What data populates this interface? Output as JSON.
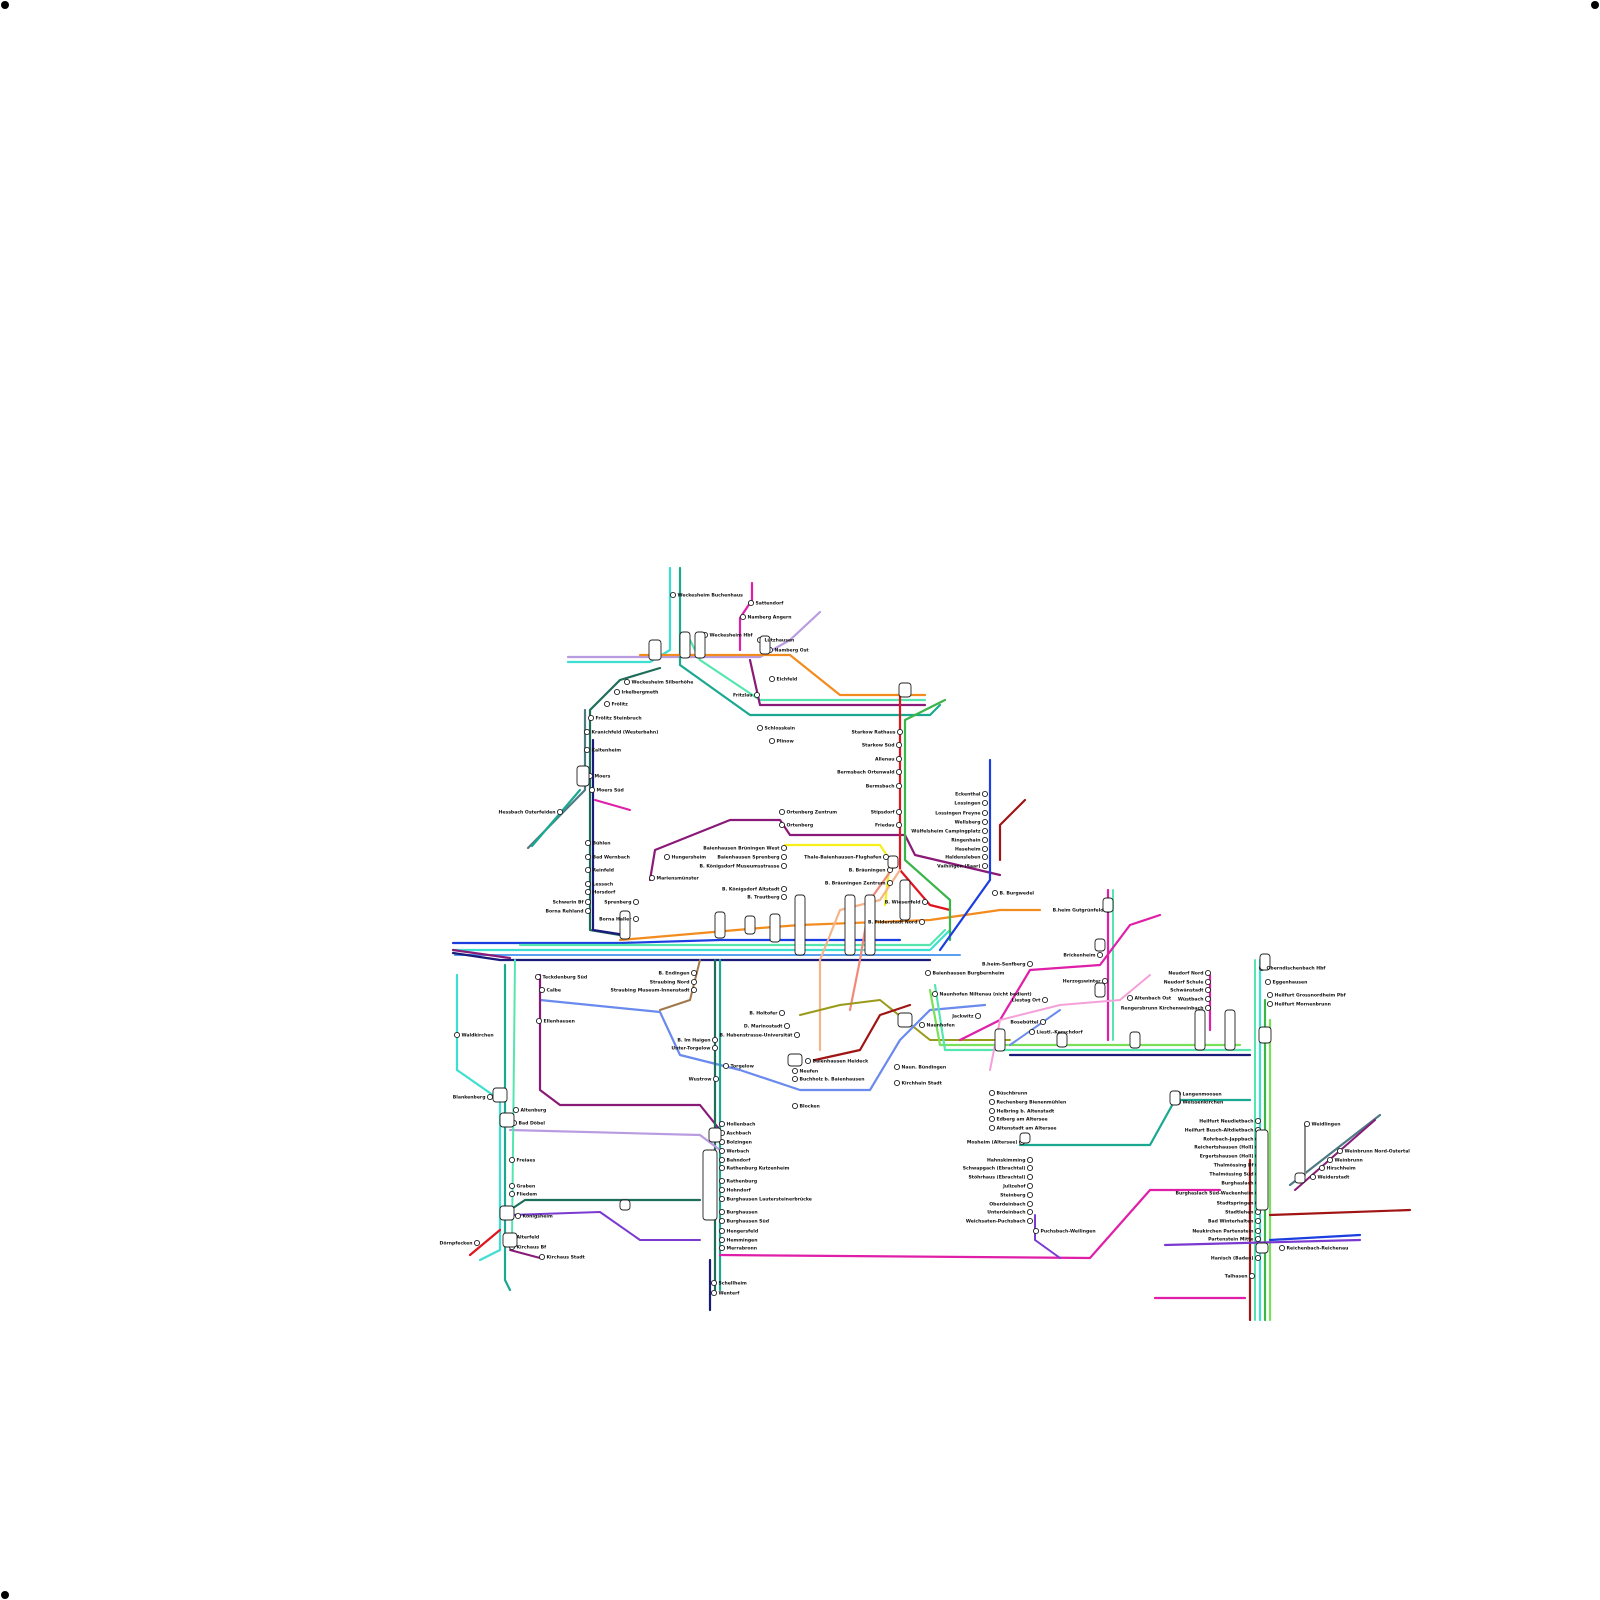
{
  "colors": {
    "teal": "#1aa890",
    "turquoise": "#3ddfd0",
    "mint": "#55e6b0",
    "orange": "#f28c1e",
    "lilac": "#b99be0",
    "magenta": "#e01fa8",
    "purple": "#8a1a78",
    "darkgreen": "#1e6e5a",
    "slate": "#4e7a86",
    "red": "#e0141e",
    "green": "#3ab54a",
    "blue": "#1a3ee0",
    "skyblue": "#5aa0f0",
    "navy": "#1a1a7a",
    "yellow": "#f5f01a",
    "peach": "#f5b48a",
    "salmon": "#f08a7a",
    "pink": "#f5a0d8",
    "olive": "#9a9a1a",
    "brown": "#a0784a",
    "darkred": "#a01414",
    "indigo": "#7a3ad0",
    "lime": "#7ae05a",
    "grey": "#8a8a8a",
    "cornflower": "#6a8aee"
  },
  "stations": [
    {
      "name": "Weckesheim Buchenhaus"
    },
    {
      "name": "Sattendorf"
    },
    {
      "name": "Namberg Angern"
    },
    {
      "name": "Weckesheim Silberhöhe"
    },
    {
      "name": "Lützhausen"
    },
    {
      "name": "Weckesheim Hbf"
    },
    {
      "name": "Namberg Ost"
    },
    {
      "name": "Eichfeld"
    },
    {
      "name": "Schlosskain"
    },
    {
      "name": "Plinow"
    },
    {
      "name": "Fritzlau"
    },
    {
      "name": "Irkelbergmeth"
    },
    {
      "name": "Frölitz"
    },
    {
      "name": "Frölitz Steinbruch"
    },
    {
      "name": "Kranichfeld (Westerbahn)"
    },
    {
      "name": "Kaltenheim"
    },
    {
      "name": "Moers"
    },
    {
      "name": "Moers Süd"
    },
    {
      "name": "Hessbach Osterfeiden"
    },
    {
      "name": "Starkow Rathaus"
    },
    {
      "name": "Starkow Süd"
    },
    {
      "name": "Allenau"
    },
    {
      "name": "Bermsbach Ortenwald"
    },
    {
      "name": "Bermsbach"
    },
    {
      "name": "Stipsdorf"
    },
    {
      "name": "Friedau"
    },
    {
      "name": "Ortenberg Zentrum"
    },
    {
      "name": "Ortenberg"
    },
    {
      "name": "Baienhausen Brüningen West"
    },
    {
      "name": "Baienhausen Sprenberg"
    },
    {
      "name": "B. Königsdorf Museumsstrasse"
    },
    {
      "name": "B. Königsdorf Altstadt"
    },
    {
      "name": "B. Trautberg"
    },
    {
      "name": "Thale-Baienhausen-Flughafen"
    },
    {
      "name": "B. Bräuningen"
    },
    {
      "name": "B. Bräuningen Zentrum"
    },
    {
      "name": "B. Wiesenfeld"
    },
    {
      "name": "B. Filderstadt Nord"
    },
    {
      "name": "B. Burgwedel"
    },
    {
      "name": "Eckenthal"
    },
    {
      "name": "Lossingen"
    },
    {
      "name": "Lossingen Freyne"
    },
    {
      "name": "Wellsberg"
    },
    {
      "name": "Wülfelsheim Campingplatz"
    },
    {
      "name": "Ringenhain"
    },
    {
      "name": "Haseheim"
    },
    {
      "name": "Haldensleben"
    },
    {
      "name": "Vaihingen (Saar)"
    },
    {
      "name": "Bühlen"
    },
    {
      "name": "Bad Wernbach"
    },
    {
      "name": "Reinfeld"
    },
    {
      "name": "Lessach"
    },
    {
      "name": "Horsdorf"
    },
    {
      "name": "Schwerin Bf"
    },
    {
      "name": "Borna Rehland"
    },
    {
      "name": "Sprenberg"
    },
    {
      "name": "Borna Haller"
    },
    {
      "name": "Hungersheim"
    },
    {
      "name": "Mariensmünster"
    },
    {
      "name": "B.heim Gutgrünfeld"
    },
    {
      "name": "B.heim-Senfberg"
    },
    {
      "name": "Brickenheim"
    },
    {
      "name": "Herzogswinter"
    },
    {
      "name": "Altenbach Ost"
    },
    {
      "name": "Neudorf Nord"
    },
    {
      "name": "Neudorf Schule"
    },
    {
      "name": "Schwänstadt"
    },
    {
      "name": "Wüstbach"
    },
    {
      "name": "Rengersbrunn Kirchenweinbach"
    },
    {
      "name": "Oberndischenbach Hbf"
    },
    {
      "name": "Eggenhausen"
    },
    {
      "name": "Heilfurt Grossnordheim Pbf"
    },
    {
      "name": "Heilfurt Mornenbrunn"
    },
    {
      "name": "Baienhausen Burgbernheim"
    },
    {
      "name": "Naunhofen Niltenau (nicht bedient)"
    },
    {
      "name": "Naunhofen"
    },
    {
      "name": "Liestag Ort"
    },
    {
      "name": "Bosebüttel"
    },
    {
      "name": "Liestl.-Kerschdorf"
    },
    {
      "name": "Jackwitz"
    },
    {
      "name": "Teckdenburg Süd"
    },
    {
      "name": "Calbe"
    },
    {
      "name": "Ellenhausen"
    },
    {
      "name": "B. Endingen"
    },
    {
      "name": "Straubing Nord"
    },
    {
      "name": "Straubing Museum-Innenstadt"
    },
    {
      "name": "B. Holtofer"
    },
    {
      "name": "D. Marinostadt"
    },
    {
      "name": "B. Habenstrasse-Universität"
    },
    {
      "name": "B. Im Haigen"
    },
    {
      "name": "Unter-Torgelow"
    },
    {
      "name": "Torgelow"
    },
    {
      "name": "Wustrow"
    },
    {
      "name": "Baienhausen Heideck"
    },
    {
      "name": "Neufen"
    },
    {
      "name": "Buchholz b. Baienhausen"
    },
    {
      "name": "Blocken"
    },
    {
      "name": "Naun. Bündingen"
    },
    {
      "name": "Kirchhain Stadt"
    },
    {
      "name": "Waldkirchen"
    },
    {
      "name": "Blankenberg"
    },
    {
      "name": "Altenburg"
    },
    {
      "name": "Bad Döbel"
    },
    {
      "name": "Freiaes"
    },
    {
      "name": "Graben"
    },
    {
      "name": "Fliedem"
    },
    {
      "name": "Königsheim"
    },
    {
      "name": "Dörnpfecken"
    },
    {
      "name": "Alterfeld"
    },
    {
      "name": "Kirchaus Bf"
    },
    {
      "name": "Kirchaus Stadt"
    },
    {
      "name": "Hollenbach"
    },
    {
      "name": "Aschbach"
    },
    {
      "name": "Bolzingen"
    },
    {
      "name": "Werbach"
    },
    {
      "name": "Bahndorf"
    },
    {
      "name": "Rathenburg Kutzenheim"
    },
    {
      "name": "Rathenburg"
    },
    {
      "name": "Hohndorf"
    },
    {
      "name": "Burghausen Lautersteinerbrücke"
    },
    {
      "name": "Burghausen"
    },
    {
      "name": "Burghausen Süd"
    },
    {
      "name": "Hengersfeld"
    },
    {
      "name": "Hemmingen"
    },
    {
      "name": "Merrabronn"
    },
    {
      "name": "Schellheim"
    },
    {
      "name": "Wenterf"
    },
    {
      "name": "Büschbrunn"
    },
    {
      "name": "Rechenberg Bienenmühlen"
    },
    {
      "name": "Helbring b. Altenstadt"
    },
    {
      "name": "Edberg am Altersee"
    },
    {
      "name": "Altenstadt am Altersee"
    },
    {
      "name": "Mosheim (Altersee)"
    },
    {
      "name": "Hahnskimming"
    },
    {
      "name": "Schwapgach (Ebrachtal)"
    },
    {
      "name": "Stöhrhaus (Ebrachtal)"
    },
    {
      "name": "Julizehof"
    },
    {
      "name": "Steinberg"
    },
    {
      "name": "Oberdeinbach"
    },
    {
      "name": "Unterdeinbach"
    },
    {
      "name": "Weichsaten-Puchsbach"
    },
    {
      "name": "Puchsbach-Weilingen"
    },
    {
      "name": "Langenmoosen"
    },
    {
      "name": "Weissenkirchen"
    },
    {
      "name": "Heilfurt Neudietbach"
    },
    {
      "name": "Heilfurt Busch-Altdietbach"
    },
    {
      "name": "Rohrbach-Jappbach"
    },
    {
      "name": "Reichertshausen (Holl)"
    },
    {
      "name": "Ergertshausen (Holl)"
    },
    {
      "name": "Thalmössing Bf"
    },
    {
      "name": "Thalmössing Süd"
    },
    {
      "name": "Burghaslach"
    },
    {
      "name": "Burghaslach Süd-Wackenheim"
    },
    {
      "name": "Stadtspringen"
    },
    {
      "name": "Stadtlehen"
    },
    {
      "name": "Bad Winterhalten"
    },
    {
      "name": "Neukirchen Partenstein"
    },
    {
      "name": "Partenstein Mitte"
    },
    {
      "name": "Reichenbach-Reichenau"
    },
    {
      "name": "Hanisch (Baden)"
    },
    {
      "name": "Talhasen"
    },
    {
      "name": "Weidlingen"
    },
    {
      "name": "Weinbrunn Nord-Ostertal"
    },
    {
      "name": "Weinbrunn"
    },
    {
      "name": "Hirschheim"
    },
    {
      "name": "Weiderstadt"
    }
  ]
}
